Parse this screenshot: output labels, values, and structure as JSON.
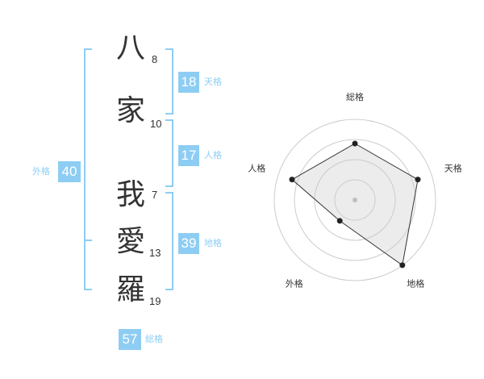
{
  "name_characters": [
    {
      "char": "八",
      "strokes": "8"
    },
    {
      "char": "家",
      "strokes": "10"
    },
    {
      "char": "我",
      "strokes": "7"
    },
    {
      "char": "愛",
      "strokes": "13"
    },
    {
      "char": "羅",
      "strokes": "19"
    }
  ],
  "fortune": {
    "tenkaku": {
      "value": "18",
      "label": "天格"
    },
    "jinkaku": {
      "value": "17",
      "label": "人格"
    },
    "chikaku": {
      "value": "39",
      "label": "地格"
    },
    "gaikaku": {
      "value": "40",
      "label": "外格"
    },
    "soukaku": {
      "value": "57",
      "label": "総格"
    }
  },
  "accent_color": "#8ecdf3",
  "chart_data": {
    "type": "radar",
    "axes": [
      "総格",
      "天格",
      "地格",
      "外格",
      "人格"
    ],
    "values": [
      3.5,
      4.1,
      5.0,
      1.6,
      4.1
    ],
    "range": [
      0,
      5
    ],
    "rings": 4
  }
}
